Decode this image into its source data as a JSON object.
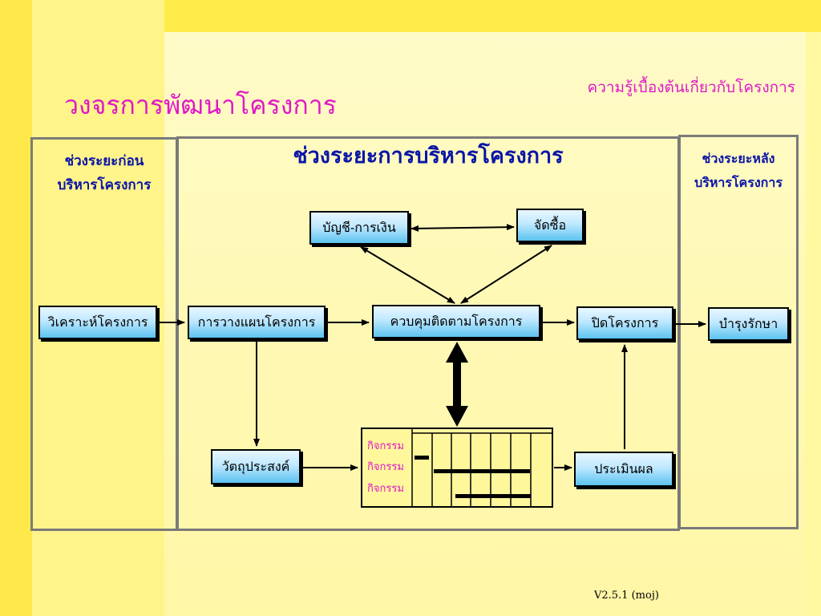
{
  "slide": {
    "title": "วงจรการพัฒนาโครงการ",
    "subtitle": "ความรู้เบื้องต้นเกี่ยวกับโครงการ",
    "version": "V2.5.1 (moj)"
  },
  "zones": {
    "before": {
      "line1": "ช่วงระยะก่อน",
      "line2": "บริหารโครงการ"
    },
    "management": {
      "title": "ช่วงระยะการบริหารโครงการ"
    },
    "after": {
      "line1": "ช่วงระยะหลัง",
      "line2": "บริหารโครงการ"
    }
  },
  "boxes": {
    "analysis": "วิเคราะห์โครงการ",
    "planning": "การวางแผนโครงการ",
    "control": "ควบคุมติดตามโครงการ",
    "accounting": "บัญชี-การเงิน",
    "procurement": "จัดซื้อ",
    "close": "ปิดโครงการ",
    "maintenance": "บำรุงรักษา",
    "objectives": "วัตถุประสงค์",
    "evaluation": "ประเมินผล"
  },
  "gantt": {
    "activities": [
      "กิจกรรม",
      "กิจกรรม",
      "กิจกรรม"
    ]
  },
  "colors": {
    "title": "#e019c8",
    "zone_label": "#0a14a8",
    "box_fill_top": "#e8f7ff",
    "box_fill_bottom": "#5cc3f0"
  }
}
